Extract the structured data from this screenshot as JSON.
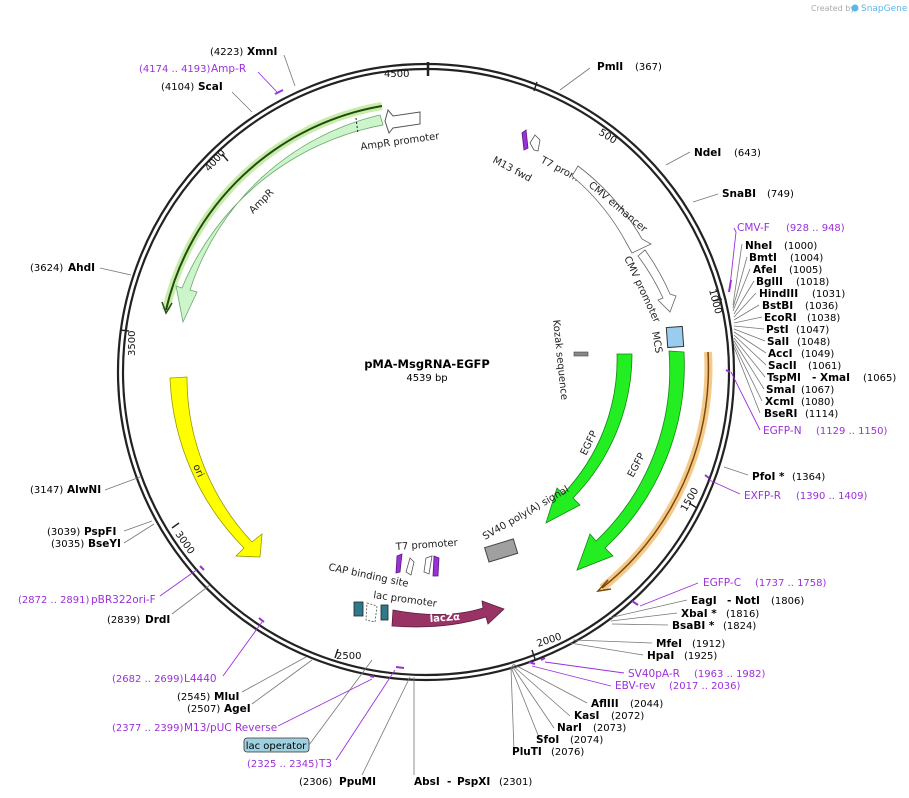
{
  "watermark": {
    "prefix": "Created by",
    "brand": "SnapGene"
  },
  "plasmid": {
    "name": "pMA-MsgRNA-EGFP",
    "length_label": "4539 bp",
    "length": 4539
  },
  "ticks": [
    {
      "pos": 500,
      "label": "500"
    },
    {
      "pos": 1000,
      "label": "1000"
    },
    {
      "pos": 1500,
      "label": "1500"
    },
    {
      "pos": 2000,
      "label": "2000"
    },
    {
      "pos": 2500,
      "label": "2500"
    },
    {
      "pos": 3000,
      "label": "3000"
    },
    {
      "pos": 3500,
      "label": "3500"
    },
    {
      "pos": 4000,
      "label": "4000"
    },
    {
      "pos": 4500,
      "label": "4500"
    }
  ],
  "sites": [
    {
      "name": "PmlI",
      "pos": "(367)"
    },
    {
      "name": "NdeI",
      "pos": "(643)"
    },
    {
      "name": "SnaBI",
      "pos": "(749)"
    },
    {
      "name": "NheI",
      "pos": "(1000)"
    },
    {
      "name": "BmtI",
      "pos": "(1004)"
    },
    {
      "name": "AfeI",
      "pos": "(1005)"
    },
    {
      "name": "BglII",
      "pos": "(1018)"
    },
    {
      "name": "HindIII",
      "pos": "(1031)"
    },
    {
      "name": "BstBI",
      "pos": "(1036)"
    },
    {
      "name": "EcoRI",
      "pos": "(1038)"
    },
    {
      "name": "PstI",
      "pos": "(1047)"
    },
    {
      "name": "SalI",
      "pos": "(1048)"
    },
    {
      "name": "AccI",
      "pos": "(1049)"
    },
    {
      "name": "SacII",
      "pos": "(1061)"
    },
    {
      "name": "TspMI",
      "name2": "XmaI",
      "pos": "(1065)"
    },
    {
      "name": "SmaI",
      "pos": "(1067)"
    },
    {
      "name": "XcmI",
      "pos": "(1080)"
    },
    {
      "name": "BseRI",
      "pos": "(1114)"
    },
    {
      "name": "PfoI *",
      "pos": "(1364)"
    },
    {
      "name": "EagI",
      "name2": "NotI",
      "pos": "(1806)"
    },
    {
      "name": "XbaI *",
      "pos": "(1816)"
    },
    {
      "name": "BsaBI *",
      "pos": "(1824)"
    },
    {
      "name": "MfeI",
      "pos": "(1912)"
    },
    {
      "name": "HpaI",
      "pos": "(1925)"
    },
    {
      "name": "AflIII",
      "pos": "(2044)"
    },
    {
      "name": "KasI",
      "pos": "(2072)"
    },
    {
      "name": "NarI",
      "pos": "(2073)"
    },
    {
      "name": "SfoI",
      "pos": "(2074)"
    },
    {
      "name": "PluTI",
      "pos": "(2076)"
    },
    {
      "name": "AbsI",
      "name2": "PspXI",
      "pos": "(2301)"
    },
    {
      "name": "PpuMI",
      "pos": "(2306)"
    },
    {
      "name": "AgeI",
      "pos": "(2507)"
    },
    {
      "name": "MluI",
      "pos": "(2545)"
    },
    {
      "name": "DrdI",
      "pos": "(2839)"
    },
    {
      "name": "BseYI",
      "pos": "(3035)"
    },
    {
      "name": "PspFI",
      "pos": "(3039)"
    },
    {
      "name": "AlwNI",
      "pos": "(3147)"
    },
    {
      "name": "AhdI",
      "pos": "(3624)"
    },
    {
      "name": "ScaI",
      "pos": "(4104)"
    },
    {
      "name": "XmnI",
      "pos": "(4223)"
    }
  ],
  "primers": [
    {
      "name": "CMV-F",
      "range": "(928 .. 948)"
    },
    {
      "name": "EGFP-N",
      "range": "(1129 .. 1150)"
    },
    {
      "name": "EXFP-R",
      "range": "(1390 .. 1409)"
    },
    {
      "name": "EGFP-C",
      "range": "(1737 .. 1758)"
    },
    {
      "name": "SV40pA-R",
      "range": "(1963 .. 1982)"
    },
    {
      "name": "EBV-rev",
      "range": "(2017 .. 2036)"
    },
    {
      "name": "L4440",
      "range": "(2682 .. 2699)"
    },
    {
      "name": "M13/pUC Reverse",
      "range": "(2377 .. 2399)"
    },
    {
      "name": "T3",
      "range": "(2325 .. 2345)"
    },
    {
      "name": "pBR322ori-F",
      "range": "(2872 .. 2891)"
    },
    {
      "name": "Amp-R",
      "range": "(4174 .. 4193)"
    }
  ],
  "features": [
    {
      "name": "AmpR promoter",
      "color": "#ffffff"
    },
    {
      "name": "AmpR",
      "color": "#ccf5cc"
    },
    {
      "name": "ori",
      "color": "#ffff00"
    },
    {
      "name": "T7 promoter",
      "color": "#ffffff"
    },
    {
      "name": "M13 fwd",
      "color": "#9b30d9"
    },
    {
      "name": "CMV enhancer",
      "color": "#ffffff"
    },
    {
      "name": "CMV promoter",
      "color": "#ffffff"
    },
    {
      "name": "MCS",
      "color": "#99ccee"
    },
    {
      "name": "Kozak sequence",
      "color": "#888888"
    },
    {
      "name": "EGFP",
      "color": "#22ee22"
    },
    {
      "name": "SV40 poly(A) signal",
      "color": "#a0a0a0"
    },
    {
      "name": "CAP binding site",
      "color": "#2e7a8a"
    },
    {
      "name": "lac promoter",
      "color": "#ffffff"
    },
    {
      "name": "lacZα",
      "color": "#993366"
    },
    {
      "name": "lac operator",
      "color": "#9fd0e0"
    }
  ],
  "colors": {
    "primer": "#9b30d9",
    "backbone": "#222222"
  }
}
